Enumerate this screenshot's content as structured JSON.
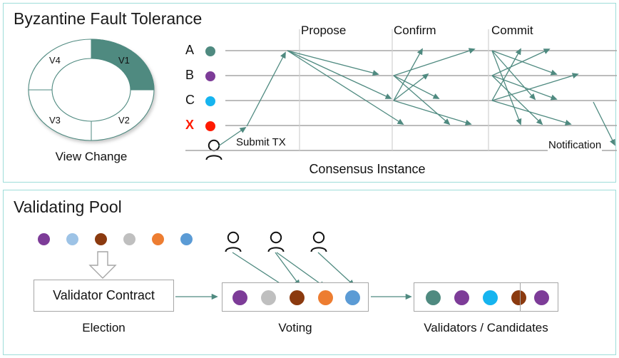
{
  "theme": {
    "panel_border": "#9FDDD9",
    "teal": "#4F8A80",
    "purple": "#7D3C98",
    "cyan": "#16B4EF",
    "red": "#FF1A00",
    "light_blue": "#9DC3E6",
    "brown": "#8B3A0F",
    "gray": "#BFBFBF",
    "orange": "#ED7D31",
    "blue": "#5B9BD5",
    "line_gray": "#A6A6A6",
    "arrow": "#4F8A80"
  },
  "bft": {
    "title": "Byzantine Fault Tolerance",
    "view_change": {
      "caption": "View Change",
      "segments": [
        {
          "label": "V1",
          "filled": true
        },
        {
          "label": "V2",
          "filled": false
        },
        {
          "label": "V3",
          "filled": false
        },
        {
          "label": "V4",
          "filled": false
        }
      ]
    },
    "legend": [
      {
        "letter": "A",
        "color": "#4F8A80",
        "letter_color": "#111111"
      },
      {
        "letter": "B",
        "color": "#7D3C98",
        "letter_color": "#111111"
      },
      {
        "letter": "C",
        "color": "#16B4EF",
        "letter_color": "#111111"
      },
      {
        "letter": "X",
        "color": "#FF1A00",
        "letter_color": "#FF1A00"
      }
    ],
    "client_icon": "person-icon",
    "phases": [
      "Propose",
      "Confirm",
      "Commit"
    ],
    "submit_label": "Submit TX",
    "notification_label": "Notification",
    "consensus_caption": "Consensus Instance"
  },
  "pool": {
    "title": "Validating Pool",
    "pool_dots": [
      "#7D3C98",
      "#9DC3E6",
      "#8B3A0F",
      "#BFBFBF",
      "#ED7D31",
      "#5B9BD5"
    ],
    "contract_label": "Validator Contract",
    "election_caption": "Election",
    "voting_caption": "Voting",
    "validators_caption": "Validators / Candidates",
    "vote_dots": [
      "#7D3C98",
      "#BFBFBF",
      "#8B3A0F",
      "#ED7D31",
      "#5B9BD5"
    ],
    "voter_icons": [
      "person-icon",
      "person-icon",
      "person-icon"
    ],
    "validators_dots": [
      "#4F8A80",
      "#7D3C98",
      "#16B4EF",
      "#8B3A0F"
    ],
    "candidates_dots": [
      "#7D3C98"
    ]
  }
}
